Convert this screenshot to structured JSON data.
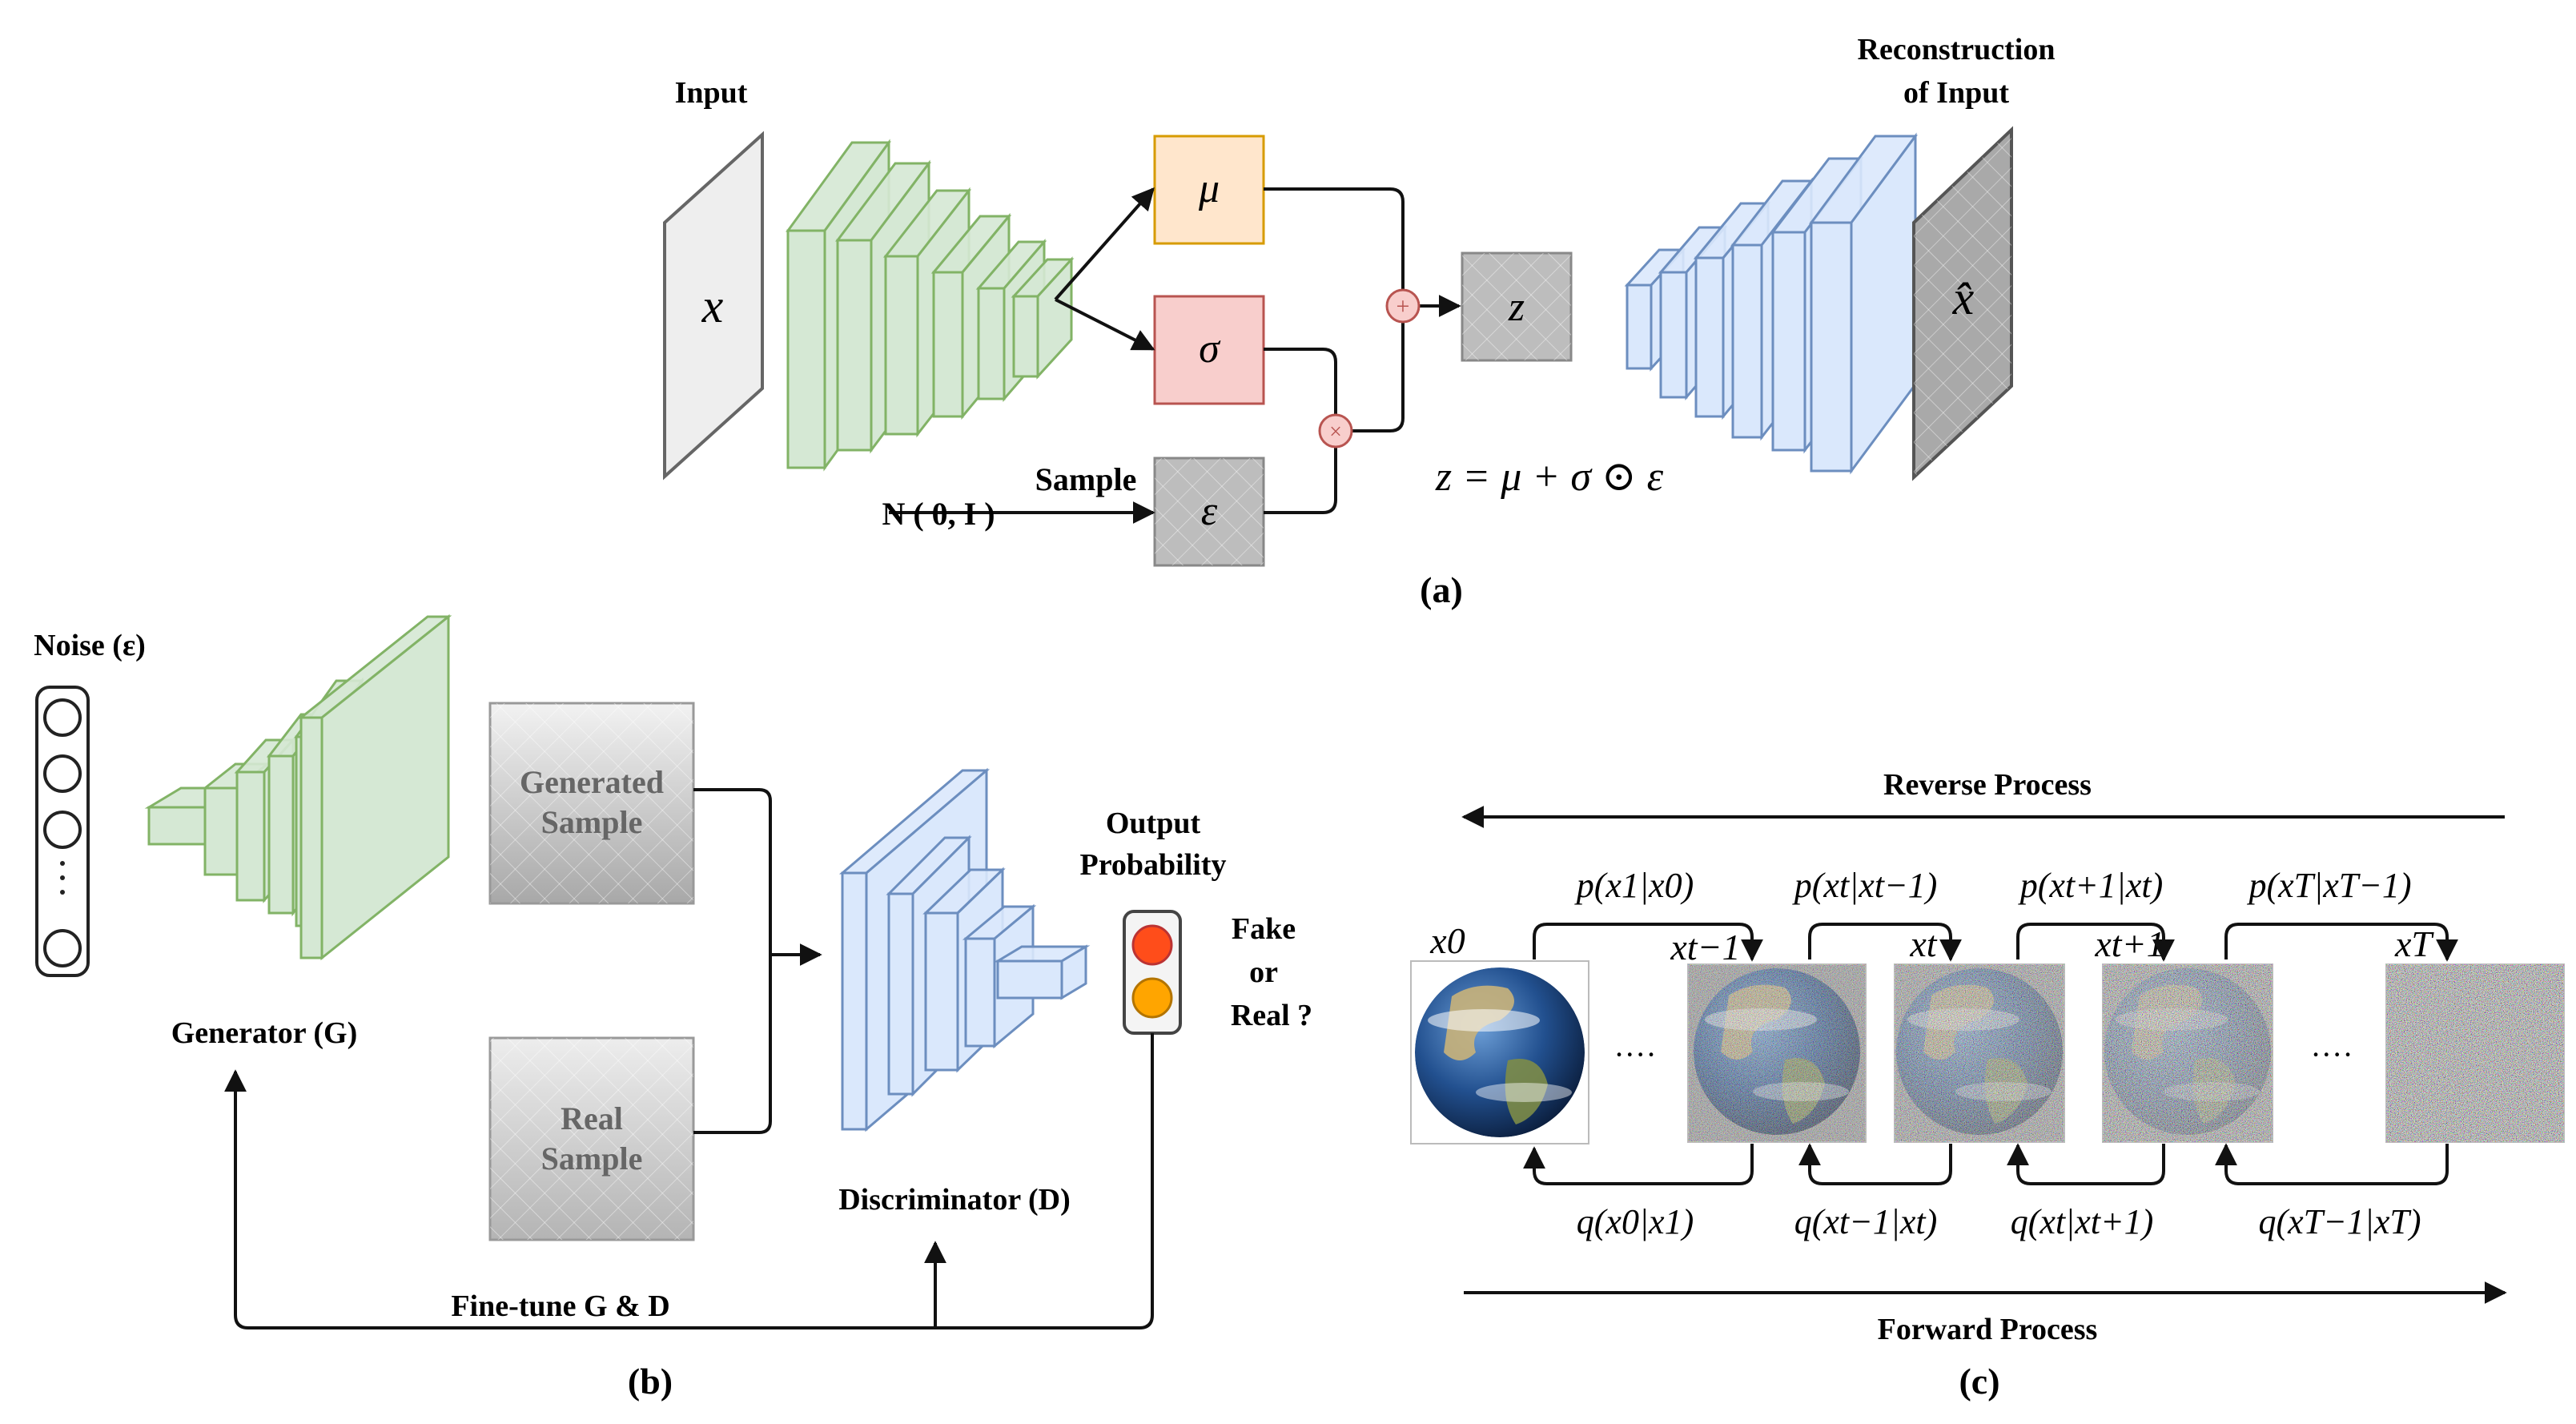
{
  "panel_a": {
    "caption": "(a)",
    "input_label": "Input",
    "input_symbol": "x",
    "mu_label": "μ",
    "sigma_label": "σ",
    "eps_label": "ε",
    "z_label": "z",
    "recon_label_line1": "Reconstruction",
    "recon_label_line2": "of Input",
    "recon_symbol": "x̂",
    "sample_label": "Sample",
    "prior_label": "N ( 0, I )",
    "equation": "z = μ + σ ⊙ ε",
    "plus_symbol": "+",
    "times_symbol": "×",
    "colors": {
      "encoder": "#d5e8d4",
      "encoder_stroke": "#82b366",
      "decoder": "#dae8fc",
      "decoder_stroke": "#6c8ebf",
      "mu": "#ffe6cc",
      "mu_stroke": "#d79b00",
      "sigma": "#f8cecc",
      "sigma_stroke": "#b85450"
    }
  },
  "panel_b": {
    "caption": "(b)",
    "noise_label": "Noise (ε)",
    "generator_label": "Generator (G)",
    "generated_line1": "Generated",
    "generated_line2": "Sample",
    "real_line1": "Real",
    "real_line2": "Sample",
    "discriminator_label": "Discriminator (D)",
    "output_line1": "Output",
    "output_line2": "Probability",
    "fake_line1": "Fake",
    "fake_line2": "or",
    "fake_line3": "Real ?",
    "finetune_label": "Fine-tune G & D",
    "colors": {
      "light_red": "#ff4d1a",
      "light_amber": "#ffa500"
    }
  },
  "panel_c": {
    "caption": "(c)",
    "reverse_label": "Reverse Process",
    "forward_label": "Forward Process",
    "node_labels": [
      "x0",
      "xt−1",
      "xt",
      "xt+1",
      "xT"
    ],
    "p_labels": [
      "p(x1|x0)",
      "p(xt|xt−1)",
      "p(xt+1|xt)",
      "p(xT|xT−1)"
    ],
    "q_labels": [
      "q(x0|x1)",
      "q(xt−1|xt)",
      "q(xt|xt+1)",
      "q(xT−1|xT)"
    ],
    "ellipsis": "····",
    "noise_levels": [
      0,
      0.35,
      0.6,
      0.8,
      1.0
    ]
  }
}
